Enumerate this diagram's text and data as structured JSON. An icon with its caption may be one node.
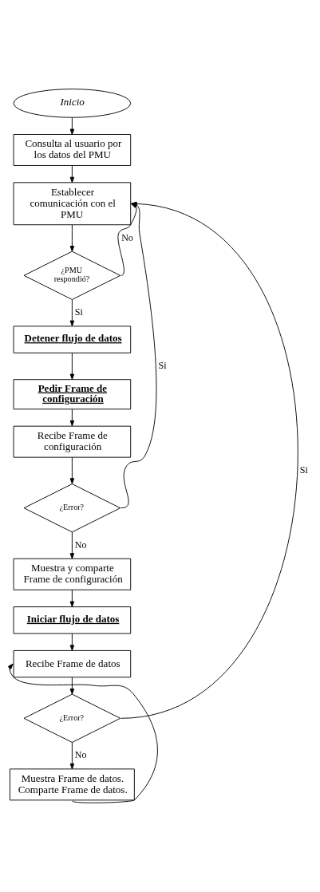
{
  "diagram": {
    "nodes": [
      {
        "text": [
          "Inicio"
        ]
      },
      {
        "text": [
          "Consulta al usuario por los datos del PMU"
        ]
      },
      {
        "text": [
          "Establecer comunicación con el PMU"
        ]
      },
      {
        "text": [
          "¿PMU respondió?"
        ]
      },
      {
        "text": [
          "Detener flujo de datos"
        ]
      },
      {
        "text": [
          "Pedir Frame de configuración"
        ]
      },
      {
        "text": [
          "Recibe Frame de configuración"
        ]
      },
      {
        "text": [
          "¿Error?"
        ]
      },
      {
        "text": [
          "Muestra y comparte Frame de configuración"
        ]
      },
      {
        "text": [
          "Iniciar flujo de datos"
        ]
      },
      {
        "text": [
          "Recibe Frame de datos"
        ]
      },
      {
        "text": [
          "¿Error?"
        ]
      },
      {
        "text": [
          "Muestra Frame de datos. Comparte Frame de datos."
        ]
      }
    ],
    "edges": [
      {
        "from": 0,
        "to": 1,
        "arrow": "to"
      },
      {
        "from": 1,
        "to": 2,
        "arrow": "to"
      },
      {
        "from": 2,
        "to": 3,
        "arrow": "to"
      },
      {
        "from": 3,
        "to": 2,
        "arrow": "to",
        "label": "No"
      },
      {
        "from": 3,
        "to": 4,
        "arrow": "to",
        "label": "Si"
      },
      {
        "from": 4,
        "to": 5,
        "arrow": "to"
      },
      {
        "from": 5,
        "to": 6,
        "arrow": "to"
      },
      {
        "from": 6,
        "to": 7,
        "arrow": "to"
      },
      {
        "from": 7,
        "to": 2,
        "arrow": "to",
        "label": "Si"
      },
      {
        "from": 7,
        "to": 8,
        "arrow": "to",
        "label": "No"
      },
      {
        "from": 8,
        "to": 9,
        "arrow": "to"
      },
      {
        "from": 9,
        "to": 10,
        "arrow": "to"
      },
      {
        "from": 10,
        "to": 11,
        "arrow": "to"
      },
      {
        "from": 11,
        "to": 2,
        "arrow": "to",
        "label": "Si"
      },
      {
        "from": 11,
        "to": 12,
        "arrow": "to",
        "label": "No"
      },
      {
        "from": 12,
        "to": 10,
        "arrow": "to"
      }
    ]
  }
}
